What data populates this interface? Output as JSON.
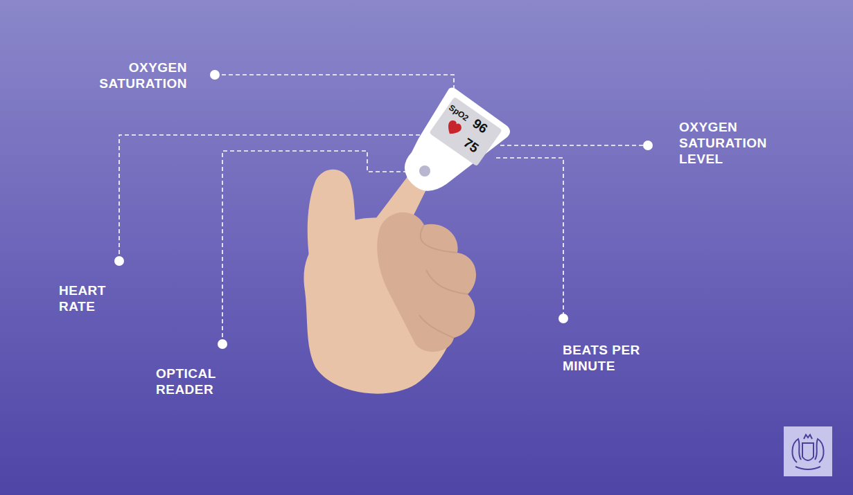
{
  "diagram": {
    "labels": [
      "OXYGEN SATURATION",
      "HEART RATE",
      "OPTICAL READER",
      "OXYGEN SATURATION LEVEL",
      "BEATS PER MINUTE",
      "SpO2",
      "96",
      "75"
    ]
  }
}
